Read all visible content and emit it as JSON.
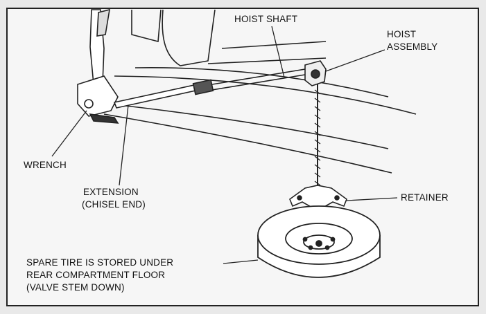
{
  "labels": {
    "hoist_shaft": "HOIST SHAFT",
    "hoist_assembly": [
      "HOIST",
      "ASSEMBLY"
    ],
    "wrench": "WRENCH",
    "extension": [
      "EXTENSION",
      "(CHISEL END)"
    ],
    "retainer": "RETAINER",
    "spare_tire_note": [
      "SPARE TIRE IS STORED UNDER",
      "REAR COMPARTMENT FLOOR",
      "(VALVE STEM DOWN)"
    ]
  }
}
